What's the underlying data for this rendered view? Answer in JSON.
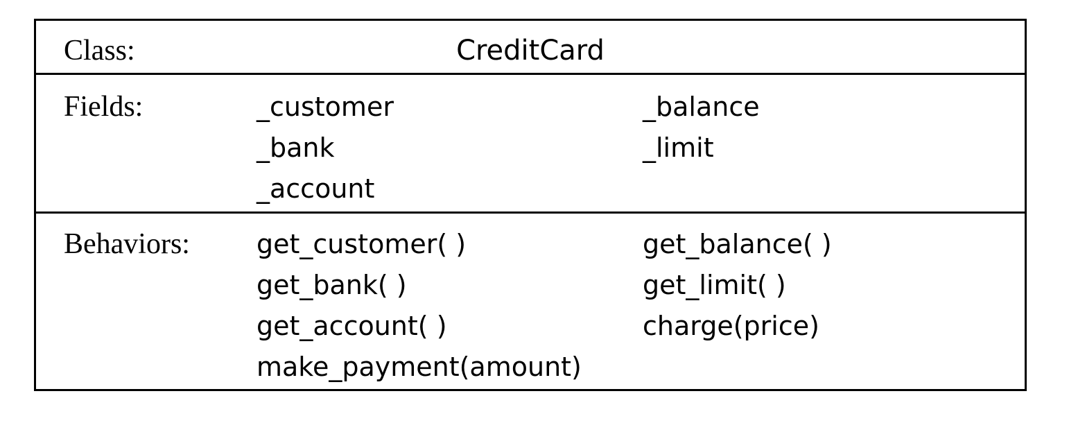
{
  "class_row": {
    "label": "Class:",
    "name": "CreditCard"
  },
  "fields_row": {
    "label": "Fields:",
    "left": [
      "_customer",
      "_bank",
      "_account"
    ],
    "right": [
      "_balance",
      "_limit"
    ]
  },
  "behaviors_row": {
    "label": "Behaviors:",
    "left": [
      "get_customer( )",
      "get_bank( )",
      "get_account( )",
      "make_payment(amount)"
    ],
    "right": [
      "get_balance( )",
      "get_limit( )",
      "charge(price)"
    ]
  }
}
